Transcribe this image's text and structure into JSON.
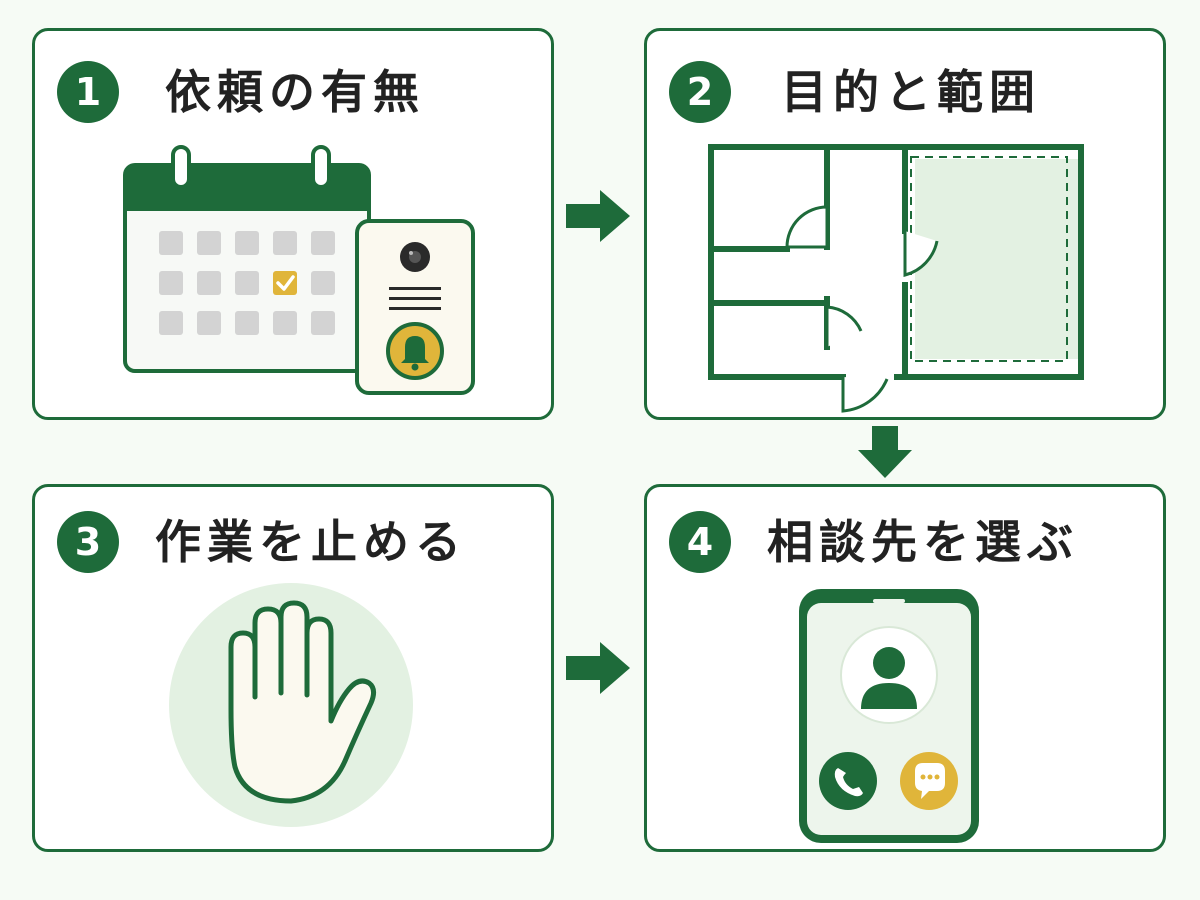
{
  "steps": [
    {
      "number": "1",
      "title": "依頼の有無",
      "icons": [
        "calendar-icon",
        "check-icon",
        "intercom-icon",
        "bell-icon"
      ]
    },
    {
      "number": "2",
      "title": "目的と範囲",
      "icons": [
        "floor-plan-icon"
      ]
    },
    {
      "number": "3",
      "title": "作業を止める",
      "icons": [
        "stop-hand-icon"
      ]
    },
    {
      "number": "4",
      "title": "相談先を選ぶ",
      "icons": [
        "smartphone-icon",
        "user-icon",
        "phone-call-icon",
        "chat-icon"
      ]
    }
  ],
  "flow_arrows": [
    "1→2",
    "2→4",
    "3→4"
  ],
  "colors": {
    "primary": "#1e6b3a",
    "accent": "#e0b53a",
    "light_green": "#e3f1e2",
    "background": "#f6fbf5"
  }
}
